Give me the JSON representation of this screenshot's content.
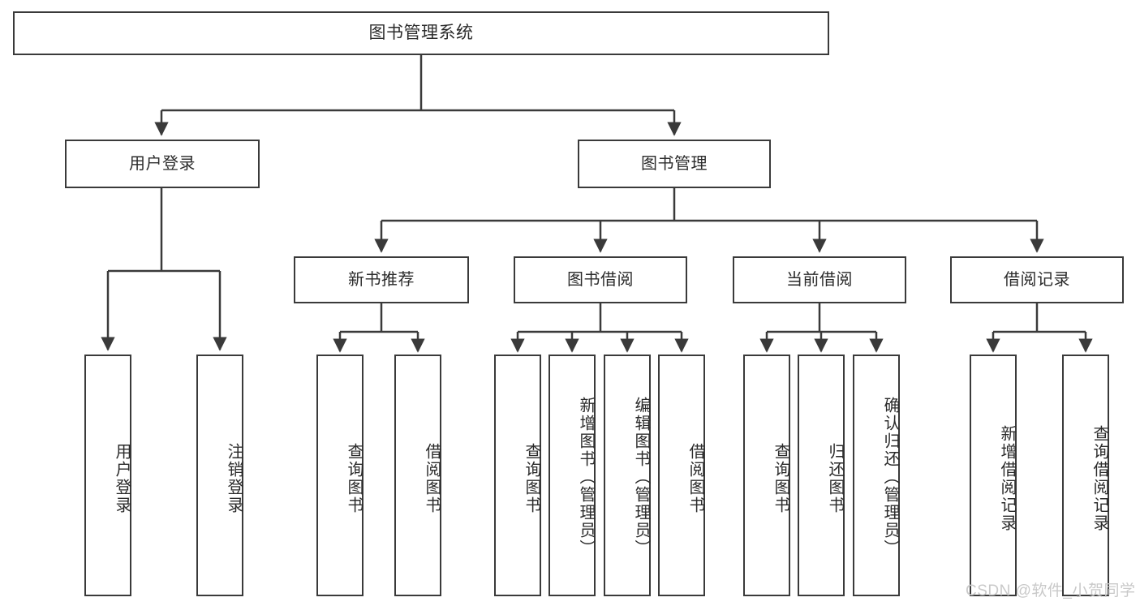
{
  "diagram": {
    "title": "图书管理系统",
    "type": "tree-hierarchy-diagram",
    "watermark": "CSDN @软件_小贺同学",
    "colors": {
      "stroke": "#3a3a3a",
      "text": "#2b2b2b",
      "background": "#ffffff",
      "watermark": "#c9c9c9"
    },
    "nodes": {
      "root": {
        "label": "图书管理系统"
      },
      "level2": [
        {
          "label": "用户登录"
        },
        {
          "label": "图书管理"
        }
      ],
      "level3": [
        {
          "label": "新书推荐"
        },
        {
          "label": "图书借阅"
        },
        {
          "label": "当前借阅"
        },
        {
          "label": "借阅记录"
        }
      ],
      "leaves": {
        "user_login": [
          {
            "label": "用户登录"
          },
          {
            "label": "注销登录"
          }
        ],
        "new_book_recommend": [
          {
            "label": "查询图书"
          },
          {
            "label": "借阅图书"
          }
        ],
        "book_borrow": [
          {
            "label": "查询图书"
          },
          {
            "label": "新增图书（管理员）"
          },
          {
            "label": "编辑图书（管理员）"
          },
          {
            "label": "借阅图书"
          }
        ],
        "current_borrow": [
          {
            "label": "查询图书"
          },
          {
            "label": "归还图书"
          },
          {
            "label": "确认归还（管理员）"
          }
        ],
        "borrow_record": [
          {
            "label": "新增借阅记录"
          },
          {
            "label": "查询借阅记录"
          }
        ]
      }
    }
  }
}
